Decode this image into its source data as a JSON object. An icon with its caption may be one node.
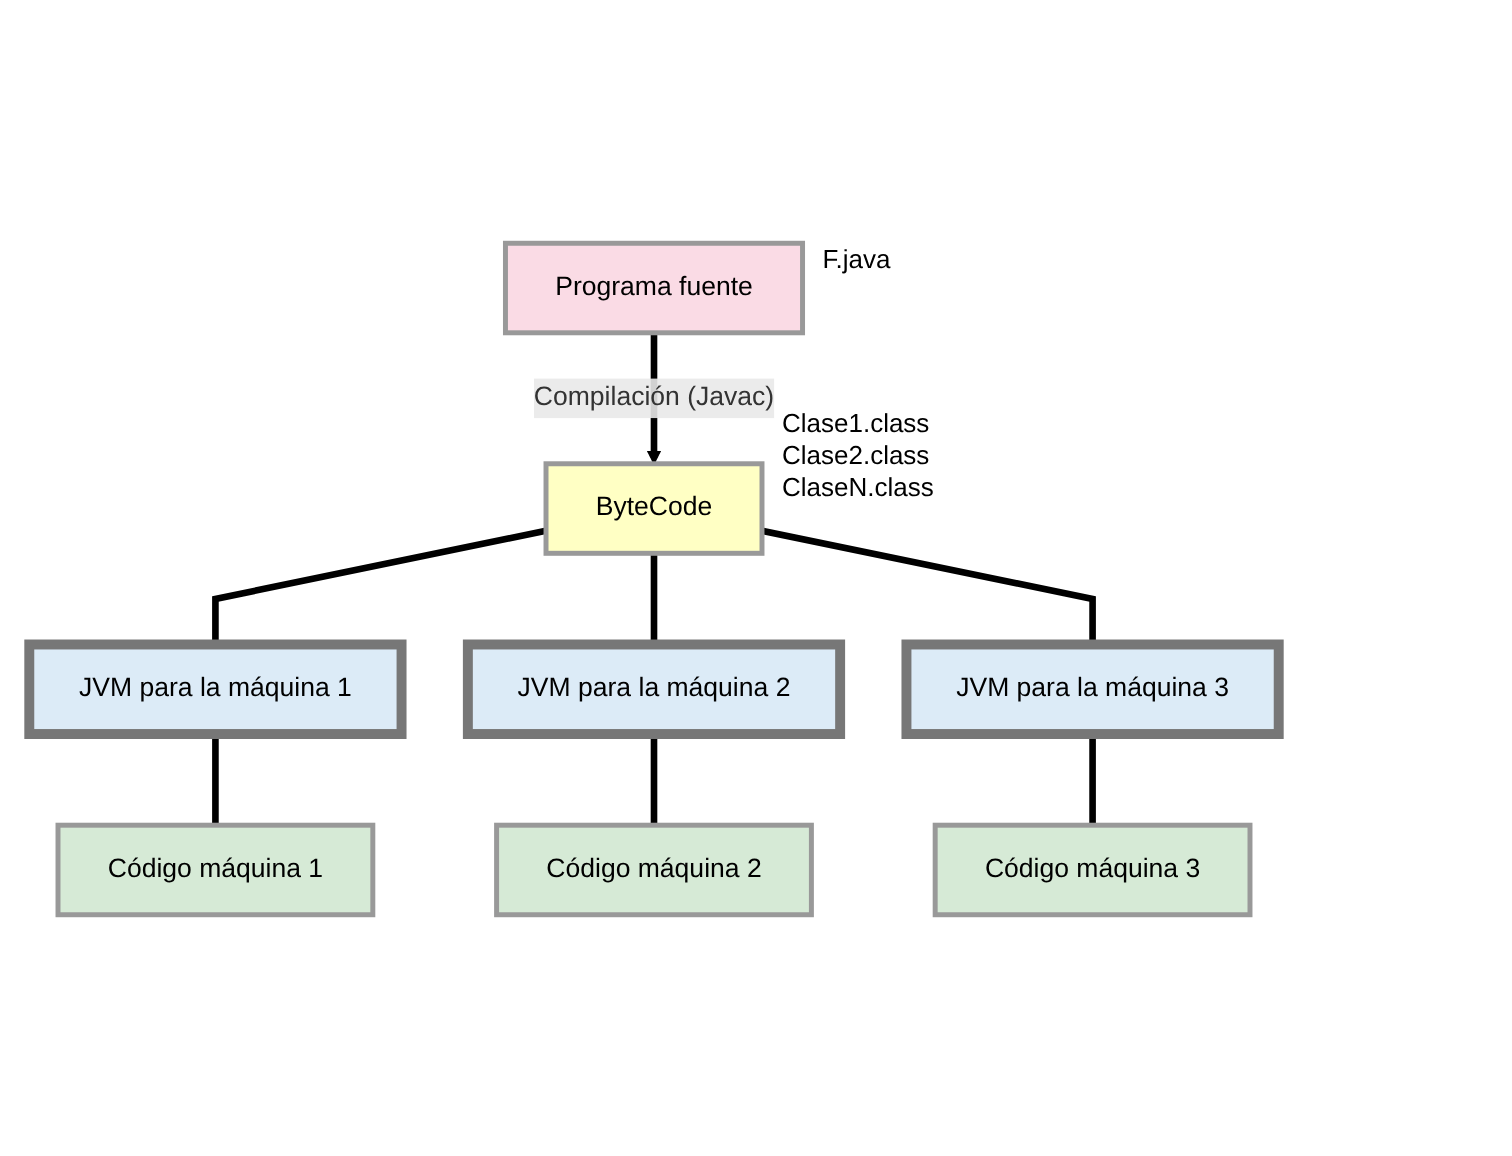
{
  "diagram": {
    "nodes": [
      {
        "text": [
          "Programa fuente"
        ],
        "beside": [
          "F.java"
        ]
      },
      {
        "text": [
          "ByteCode"
        ],
        "beside": [
          "Clase1.class",
          "Clase2.class",
          "ClaseN.class"
        ]
      },
      {
        "text": [
          "JVM para la máquina 1"
        ]
      },
      {
        "text": [
          "JVM para la máquina 2"
        ]
      },
      {
        "text": [
          "JVM para la máquina 3"
        ]
      },
      {
        "text": [
          "Código máquina 1"
        ]
      },
      {
        "text": [
          "Código máquina 2"
        ]
      },
      {
        "text": [
          "Código máquina 3"
        ]
      }
    ],
    "edges": [
      {
        "from": 0,
        "to": 1,
        "arrow": "to",
        "label": "Compilación (Javac)"
      },
      {
        "from": 1,
        "to": 2,
        "arrow": "none"
      },
      {
        "from": 1,
        "to": 3,
        "arrow": "none"
      },
      {
        "from": 1,
        "to": 4,
        "arrow": "none"
      },
      {
        "from": 2,
        "to": 5,
        "arrow": "none"
      },
      {
        "from": 3,
        "to": 6,
        "arrow": "none"
      },
      {
        "from": 4,
        "to": 7,
        "arrow": "none"
      }
    ]
  }
}
